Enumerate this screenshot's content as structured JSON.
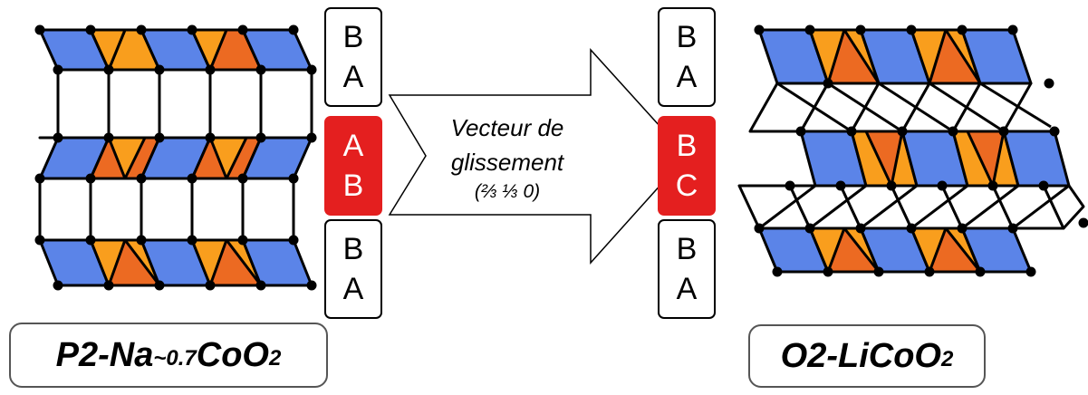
{
  "colors": {
    "octa": "#5b84e8",
    "tet_dark": "#ec6a22",
    "tet_light": "#f99e1d",
    "stack_highlight": "#e41f1f",
    "line": "#000000"
  },
  "left_stack": [
    {
      "top": "B",
      "bottom": "A",
      "highlight": false
    },
    {
      "top": "A",
      "bottom": "B",
      "highlight": true
    },
    {
      "top": "B",
      "bottom": "A",
      "highlight": false
    }
  ],
  "right_stack": [
    {
      "top": "B",
      "bottom": "A",
      "highlight": false
    },
    {
      "top": "B",
      "bottom": "C",
      "highlight": true
    },
    {
      "top": "B",
      "bottom": "A",
      "highlight": false
    }
  ],
  "arrow": {
    "line1": "Vecteur de",
    "line2": "glissement",
    "line3": "(⅔ ⅓ 0)"
  },
  "left_formula": {
    "main": "P2-Na",
    "sub1": "~0.7",
    "main2": "CoO",
    "sub2": "2"
  },
  "right_formula": {
    "main": "O2-LiCoO",
    "sub": "2"
  }
}
